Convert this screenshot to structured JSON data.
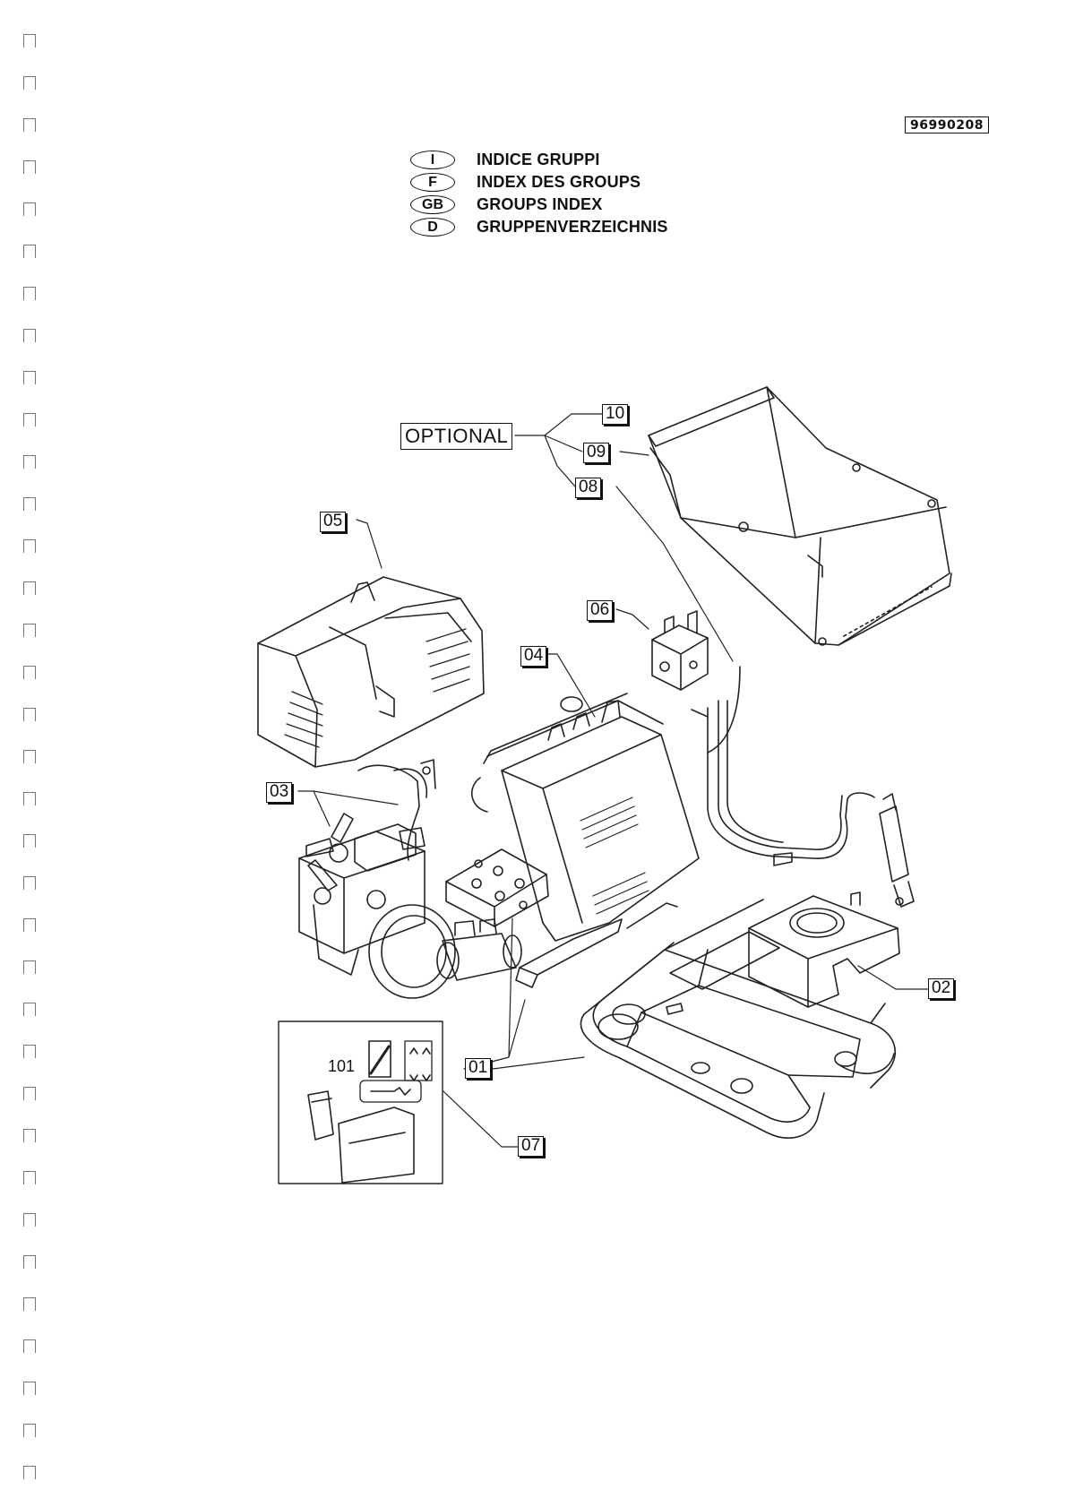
{
  "document": {
    "number": "96990208"
  },
  "language_index": [
    {
      "code": "I",
      "title": "INDICE GRUPPI"
    },
    {
      "code": "F",
      "title": "INDEX DES GROUPS"
    },
    {
      "code": "GB",
      "title": "GROUPS INDEX"
    },
    {
      "code": "D",
      "title": "GRUPPENVERZEICHNIS"
    }
  ],
  "optional_label": "OPTIONAL",
  "groups": {
    "g01": "01",
    "g02": "02",
    "g03": "03",
    "g04": "04",
    "g05": "05",
    "g06": "06",
    "g07": "07",
    "g08": "08",
    "g09": "09",
    "g10": "10"
  },
  "kit_panel": {
    "decal_text": "101"
  }
}
